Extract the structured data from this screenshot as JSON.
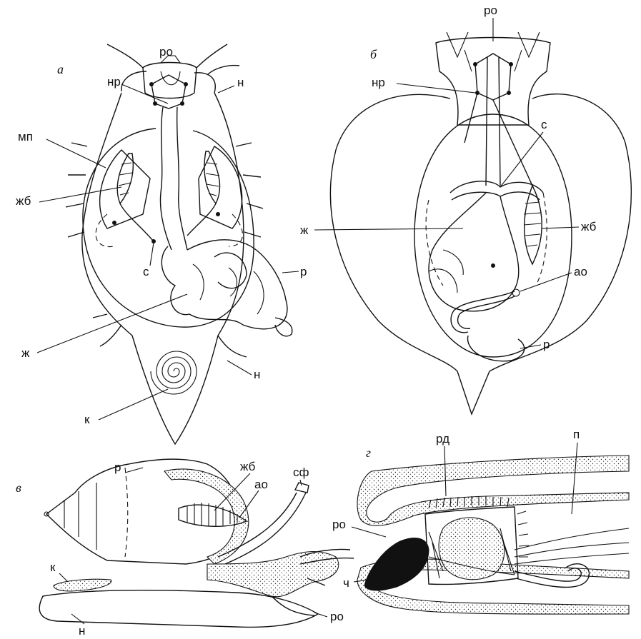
{
  "panels": {
    "a": {
      "letter": "а",
      "labels": {
        "ro": "ро",
        "nr": "нр",
        "n_top": "н",
        "mp": "мп",
        "zhb": "жб",
        "s": "с",
        "r": "р",
        "zh": "ж",
        "n_bottom": "н",
        "k": "к"
      }
    },
    "b": {
      "letter": "б",
      "labels": {
        "ro": "ро",
        "nr": "нр",
        "s": "с",
        "zh": "ж",
        "zhb": "жб",
        "ao": "ао",
        "r": "р"
      }
    },
    "v": {
      "letter": "в",
      "labels": {
        "r": "р",
        "zhb": "жб",
        "ao": "ао",
        "sf": "сф",
        "k": "к",
        "n": "н",
        "ro": "ро"
      }
    },
    "g": {
      "letter": "г",
      "labels": {
        "rd": "рд",
        "p": "п",
        "ro": "ро",
        "ch": "ч"
      }
    }
  }
}
